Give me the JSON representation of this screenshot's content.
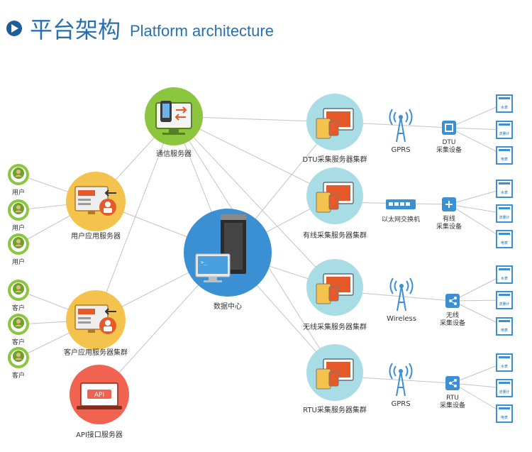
{
  "header": {
    "title_cn": "平台架构",
    "title_en": "Platform architecture"
  },
  "nodes": {
    "comm_server": "通信服务器",
    "data_center": "数据中心",
    "user_app_server": "用户应用服务器",
    "customer_app_cluster": "客户应用服务器集群",
    "api_server": "API接口服务器",
    "api_badge": "API",
    "users": [
      "用户",
      "用户",
      "用户"
    ],
    "customers": [
      "客户",
      "客户",
      "客户"
    ]
  },
  "clusters": [
    {
      "name": "DTU采集服务器集群",
      "link_label": "GPRS",
      "device_line1": "DTU",
      "device_line2": "采集设备"
    },
    {
      "name": "有线采集服务器集群",
      "link_label": "以太网交换机",
      "device_line1": "有线",
      "device_line2": "采集设备"
    },
    {
      "name": "无线采集服务器集群",
      "link_label": "Wireless",
      "device_line1": "无线",
      "device_line2": "采集设备"
    },
    {
      "name": "RTU采集服务器集群",
      "link_label": "GPRS",
      "device_line1": "RTU",
      "device_line2": "采集设备"
    }
  ],
  "meters": [
    "水表",
    "流量计",
    "电表"
  ],
  "colors": {
    "accent_blue": "#2a6fae",
    "green": "#8cc63f",
    "yellow": "#f3c34e",
    "red": "#f06351",
    "cyan": "#a9dde5",
    "center_blue": "#3b8fd3",
    "line": "#c4c4c4"
  }
}
